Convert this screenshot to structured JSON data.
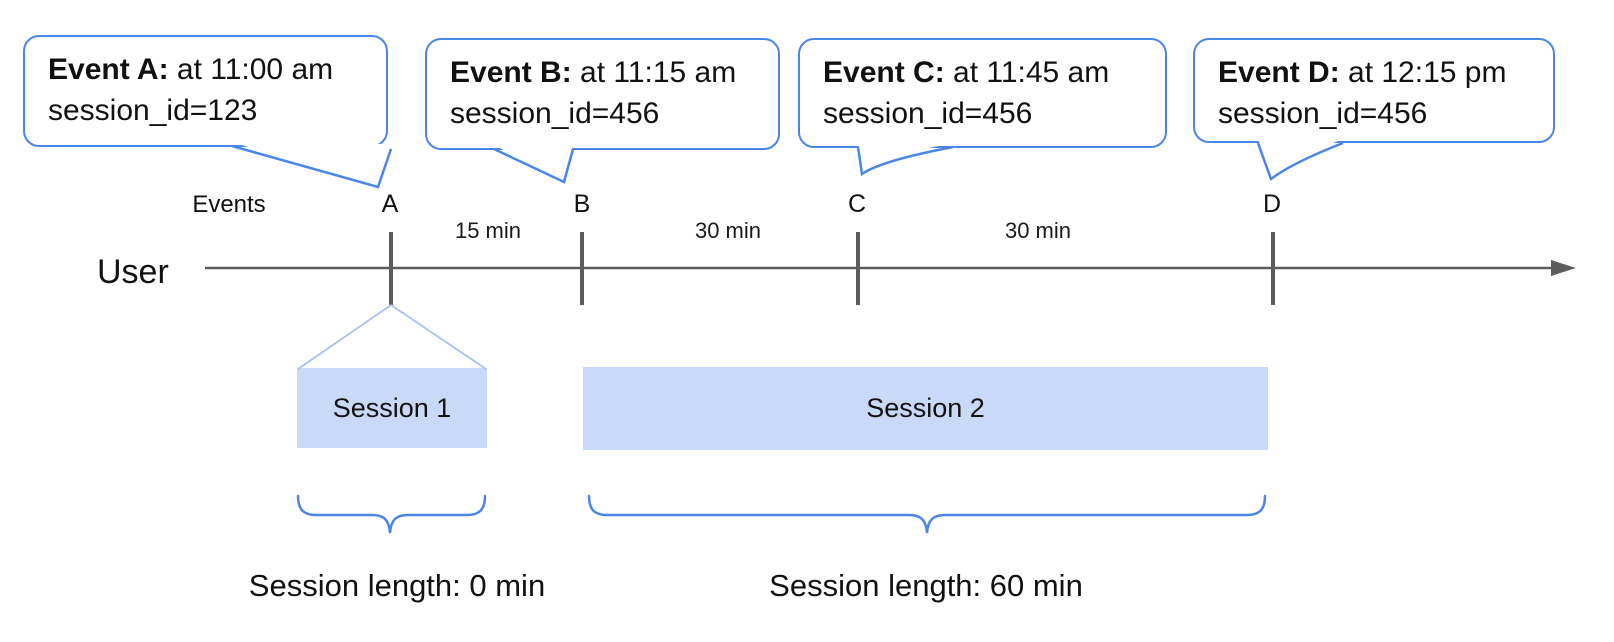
{
  "bubbles": [
    {
      "title": "Event A:",
      "time": " at 11:00 am",
      "session": "session_id=123"
    },
    {
      "title": "Event B:",
      "time": " at 11:15 am",
      "session": "session_id=456"
    },
    {
      "title": "Event C:",
      "time": " at 11:45 am",
      "session": "session_id=456"
    },
    {
      "title": "Event D:",
      "time": " at 12:15 pm",
      "session": "session_id=456"
    }
  ],
  "timeline": {
    "events_label": "Events",
    "row_label": "User",
    "markers": [
      "A",
      "B",
      "C",
      "D"
    ],
    "intervals": [
      "15 min",
      "30 min",
      "30 min"
    ]
  },
  "sessions": [
    {
      "label": "Session 1",
      "length": "Session length: 0 min"
    },
    {
      "label": "Session 2",
      "length": "Session length: 60 min"
    }
  ],
  "colors": {
    "accent_blue": "#4a86e8",
    "light_blue": "#a4c2f4",
    "session_fill": "#c9daf8",
    "axis_gray": "#5c5c5c",
    "text_black": "#111111"
  }
}
